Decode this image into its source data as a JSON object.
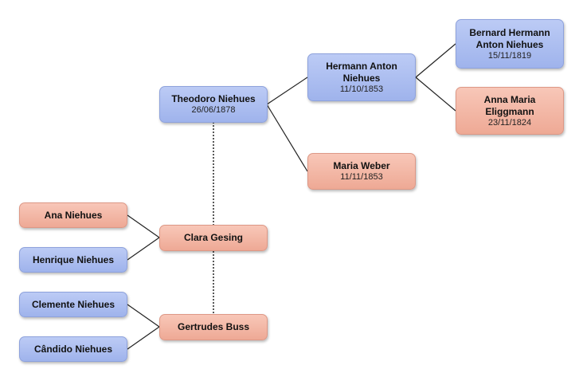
{
  "people": {
    "theodoro": {
      "name": "Theodoro Niehues",
      "date": "26/06/1878"
    },
    "hermann": {
      "name": "Hermann Anton Niehues",
      "date": "11/10/1853"
    },
    "maria": {
      "name": "Maria Weber",
      "date": "11/11/1853"
    },
    "bernard": {
      "name": "Bernard Hermann Anton Niehues",
      "date": "15/11/1819"
    },
    "anna_maria": {
      "name": "Anna Maria Eliggmann",
      "date": "23/11/1824"
    },
    "clara": {
      "name": "Clara Gesing"
    },
    "gertrudes": {
      "name": "Gertrudes Buss"
    },
    "ana": {
      "name": "Ana Niehues"
    },
    "henrique": {
      "name": "Henrique Niehues"
    },
    "clemente": {
      "name": "Clemente Niehues"
    },
    "candido": {
      "name": "Cândido Niehues"
    }
  },
  "colors": {
    "male": "#a9bbef",
    "female": "#f2b4a2",
    "line": "#222222"
  }
}
